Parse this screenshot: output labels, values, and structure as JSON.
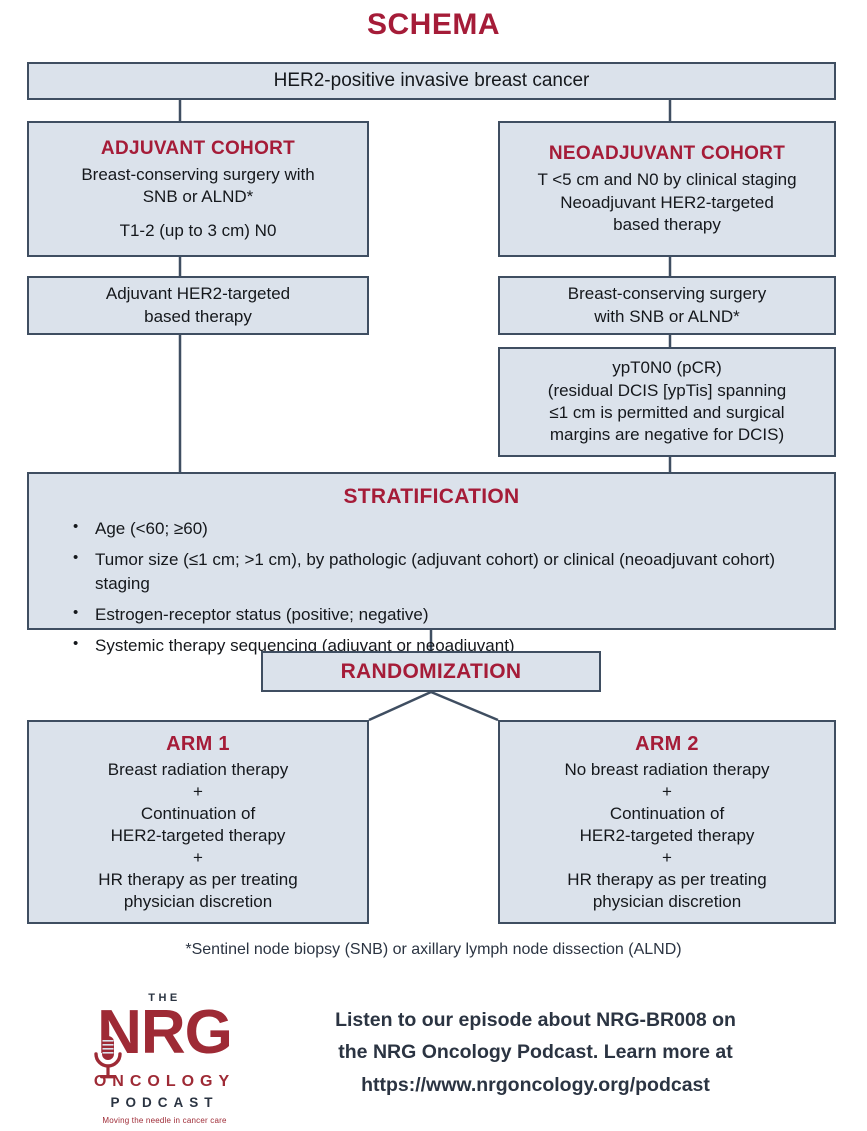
{
  "title": "SCHEMA",
  "colors": {
    "accent": "#A51C38",
    "box_fill": "#DBE2EB",
    "box_border": "#3F4E61",
    "text": "#15181C",
    "logo_red": "#9E2A35"
  },
  "flow": {
    "population": {
      "label": "HER2-positive invasive breast cancer"
    },
    "adjuvant_cohort": {
      "header": "ADJUVANT COHORT",
      "line1": "Breast-conserving surgery with",
      "line2": "SNB or ALND*",
      "line3": "T1-2 (up to 3 cm) N0"
    },
    "neoadjuvant_cohort": {
      "header": "NEOADJUVANT COHORT",
      "line1": "T <5 cm and N0 by clinical staging",
      "line2": "Neoadjuvant HER2-targeted",
      "line3": "based therapy"
    },
    "adjuvant_therapy": {
      "line1": "Adjuvant HER2-targeted",
      "line2": "based therapy"
    },
    "neoadjuvant_surgery": {
      "line1": "Breast-conserving surgery",
      "line2": "with SNB or ALND*"
    },
    "pcr": {
      "line1": "ypT0N0 (pCR)",
      "line2": "(residual DCIS [ypTis] spanning",
      "line3": "≤1 cm is permitted and surgical",
      "line4": "margins are negative for DCIS)"
    },
    "stratification": {
      "header": "STRATIFICATION",
      "items": [
        "Age (<60; ≥60)",
        "Tumor size (≤1 cm; >1 cm), by pathologic (adjuvant cohort) or clinical (neoadjuvant cohort) staging",
        "Estrogen-receptor status (positive; negative)",
        "Systemic therapy sequencing (adjuvant or neoadjuvant)"
      ]
    },
    "randomization": {
      "header": "RANDOMIZATION"
    },
    "arm_1": {
      "header": "ARM 1",
      "line1": "Breast radiation therapy",
      "plus1": "+",
      "line2": "Continuation of",
      "line3": "HER2-targeted therapy",
      "plus2": "+",
      "line4": "HR therapy as per treating",
      "line5": "physician discretion"
    },
    "arm_2": {
      "header": "ARM 2",
      "line1": "No breast radiation therapy",
      "plus1": "+",
      "line2": "Continuation of",
      "line3": "HER2-targeted therapy",
      "plus2": "+",
      "line4": "HR therapy as per treating",
      "line5": "physician discretion"
    }
  },
  "footnote": "*Sentinel node biopsy (SNB) or axillary lymph node dissection (ALND)",
  "podcast": {
    "logo": {
      "the": "THE",
      "nrg": "NRG",
      "oncology": "ONCOLOGY",
      "podcast": "PODCAST",
      "tagline": "Moving the needle in cancer care"
    },
    "promo_line1": "Listen to our episode about NRG-BR008 on",
    "promo_line2": "the NRG Oncology Podcast. Learn more at",
    "promo_line3": "https://www.nrgoncology.org/podcast"
  }
}
